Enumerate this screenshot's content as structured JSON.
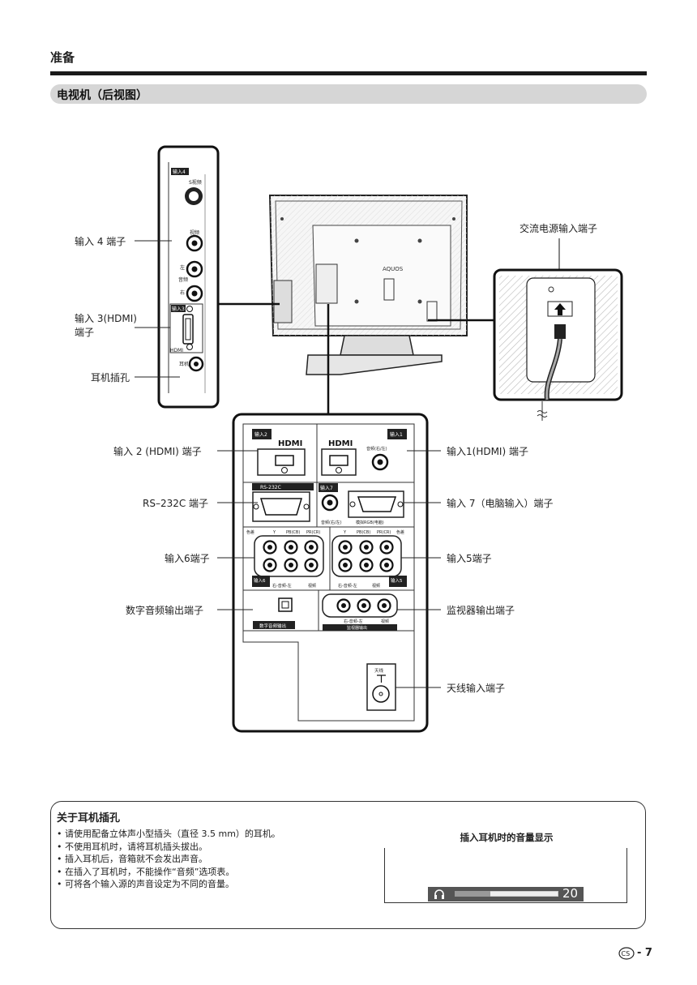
{
  "header": {
    "title": "准备"
  },
  "section": {
    "title": "电视机（后视图）"
  },
  "callouts": {
    "input4": "输入 4 端子",
    "input3_line1": "输入 3(HDMI)",
    "input3_line2": "端子",
    "headphone": "耳机插孔",
    "ac_power": "交流电源输入端子",
    "input2": "输入 2 (HDMI) 端子",
    "input1": "输入1(HDMI) 端子",
    "rs232c": "RS–232C 端子",
    "input7": "输入 7（电脑输入）端子",
    "input6": "输入6端子",
    "input5": "输入5端子",
    "digital_audio": "数字音频输出端子",
    "monitor_out": "监视器输出端子",
    "antenna": "天线输入端子"
  },
  "panel_text": {
    "input4": "输入4",
    "s_video": "S视频",
    "video": "视频",
    "left": "左",
    "audio": "音频",
    "right": "右",
    "input3": "输入3",
    "hdmi": "HDMI",
    "headphone": "耳机",
    "brand": "AQUOS",
    "input2": "输入2",
    "input1": "输入1",
    "hdmi_logo": "HDMI",
    "audio_rl": "音频(右/左)",
    "rs232c": "RS-232C",
    "input7": "输入7",
    "audio_rl_in7": "音频(右/左)",
    "analog_rgb": "模拟RGB(电脑)",
    "component_a": "色差",
    "y": "Y",
    "pb": "PB(CB)",
    "pr": "PR(CR)",
    "component_b": "色差",
    "input6": "输入6",
    "audio_rl6": "右-音频-左",
    "video6": "视频",
    "input5": "输入5",
    "audio_rl5": "右-音频-左",
    "video5": "视频",
    "digital_audio_out": "数字音频输出",
    "monitor_audio": "右-音频-左",
    "monitor_video": "视频",
    "monitor_out": "监视器输出",
    "antenna": "天线"
  },
  "note": {
    "title": "关于耳机插孔",
    "items": [
      "请使用配备立体声小型插头（直径 3.5 mm）的耳机。",
      "不使用耳机时，请将耳机插头拔出。",
      "插入耳机后，音箱就不会发出声音。",
      "在插入了耳机时，不能操作“音频”选项表。",
      "可将各个输入源的声音设定为不同的音量。"
    ],
    "volume_title": "插入耳机时的音量显示",
    "volume_value": "20",
    "volume_level": 0.34
  },
  "footer": {
    "lang_badge": "CS",
    "page": "- 7"
  }
}
